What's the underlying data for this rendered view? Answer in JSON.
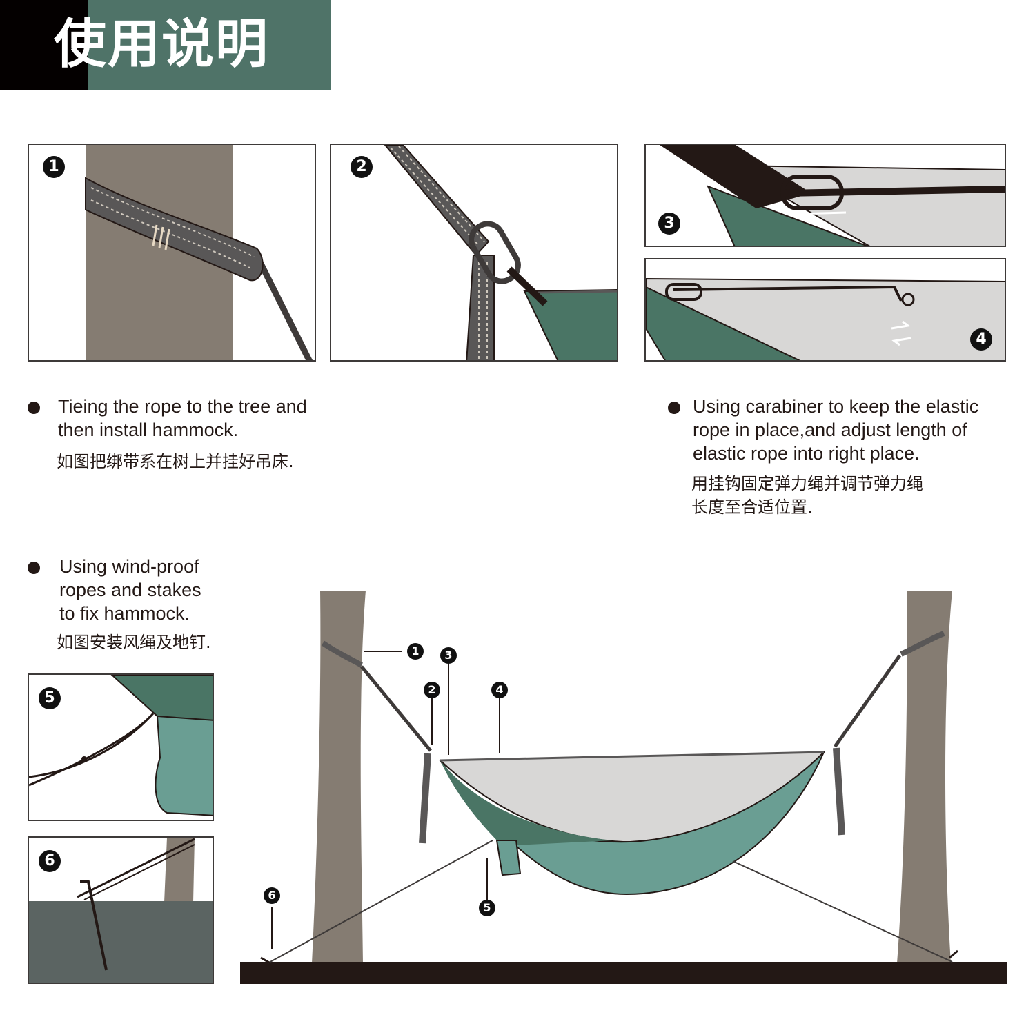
{
  "header": {
    "title": "使用说明"
  },
  "steps": {
    "s1": "1",
    "s2": "2",
    "s3": "3",
    "s4": "4",
    "s5": "5",
    "s6": "6"
  },
  "instructions": {
    "tree": {
      "en": [
        "Tieing the rope to the tree and",
        "then install hammock."
      ],
      "zh": "如图把绑带系在树上并挂好吊床."
    },
    "carabiner": {
      "en": [
        "Using carabiner to keep the elastic",
        "rope in place,and adjust length of",
        "elastic rope into right place."
      ],
      "zh": [
        "用挂钩固定弹力绳并调节弹力绳",
        "长度至合适位置."
      ]
    },
    "windproof": {
      "en": [
        "Using wind-proof",
        "ropes and stakes",
        "to fix hammock."
      ],
      "zh": "如图安装风绳及地钉."
    }
  },
  "colors": {
    "header_black": "#040000",
    "header_green": "#4f7368",
    "tree": "#857c72",
    "hammock_dark": "#4a7565",
    "hammock_light": "#6a9e93",
    "net": "#d8d7d6",
    "ground": "#231815"
  }
}
